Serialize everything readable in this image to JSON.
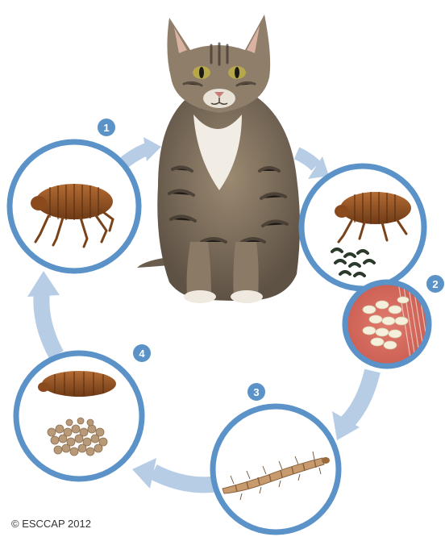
{
  "diagram": {
    "steps": [
      {
        "number": "1",
        "subject": "adult flea on host"
      },
      {
        "number": "2",
        "subject": "eggs"
      },
      {
        "number": "3",
        "subject": "larva"
      },
      {
        "number": "4",
        "subject": "pupa and cocoon"
      }
    ],
    "colors": {
      "ring": "#5b92c8",
      "arrow": "#b7cde6",
      "badge": "#5b92c8",
      "flea": "#9a5a2a",
      "skin": "#d9675a",
      "egg": "#f4f0dc",
      "larva": "#c79b6e",
      "debris": "#b89a78",
      "feces": "#2c3a2c"
    },
    "icons": {
      "center": "cat-illustration",
      "step1": "adult-flea-icon",
      "step2_top": "adult-flea-with-feces-icon",
      "step2_bottom": "flea-eggs-in-skin-icon",
      "step3": "flea-larva-icon",
      "step4": "flea-pupa-and-cocoon-icon"
    }
  },
  "footer": {
    "copyright": "© ESCCAP 2012"
  }
}
